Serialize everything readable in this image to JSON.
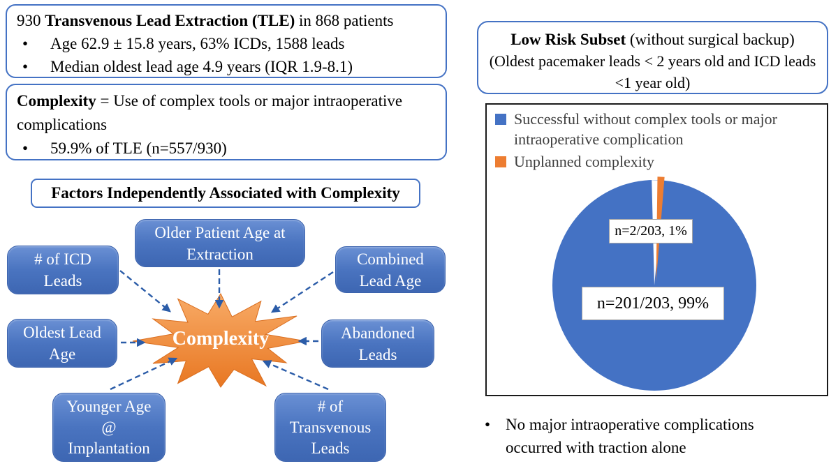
{
  "palette": {
    "callout_border_blue": "#4472C4",
    "node_blue": "#4a74c0",
    "arrow_blue": "#2b5ca8",
    "star_orange": "#ED7D31",
    "pie_blue": "#4472C4",
    "pie_orange": "#ED7D31",
    "legend_text_gray": "#3d3d3d"
  },
  "left": {
    "tle": {
      "prefix": "930 ",
      "bold": "Transvenous Lead Extraction (TLE)",
      "suffix": " in 868 patients",
      "bullets": [
        "Age 62.9 ± 15.8 years, 63% ICDs, 1588 leads",
        "Median oldest lead age 4.9 years (IQR 1.9-8.1)"
      ]
    },
    "complexity": {
      "bold": "Complexity",
      "rest": " = Use of complex tools or major intraoperative complications",
      "bullets": [
        "59.9% of TLE (n=557/930)"
      ]
    },
    "factors_heading": "Factors Independently Associated with Complexity",
    "hub_label": "Complexity",
    "factor_nodes": [
      {
        "id": "older-patient-age",
        "label": "Older Patient Age at\nExtraction"
      },
      {
        "id": "icd-leads",
        "label": "# of ICD\nLeads"
      },
      {
        "id": "combined-lead-age",
        "label": "Combined\nLead Age"
      },
      {
        "id": "oldest-lead-age",
        "label": "Oldest Lead\nAge"
      },
      {
        "id": "abandoned-leads",
        "label": "Abandoned\nLeads"
      },
      {
        "id": "younger-age-implantation",
        "label": "Younger Age\n@\nImplantation"
      },
      {
        "id": "transvenous-leads",
        "label": "# of\nTransvenous\nLeads"
      }
    ]
  },
  "right": {
    "low_risk": {
      "bold": "Low Risk Subset",
      "rest": " (without surgical backup)",
      "subtitle": "(Oldest pacemaker leads < 2 years old and ICD leads\n<1 year old)"
    },
    "note": "No major intraoperative complications occurred with traction alone"
  },
  "chart_data": {
    "type": "pie",
    "title": "Low Risk Subset (without surgical backup)",
    "legend_position": "top-left",
    "total": 203,
    "slices": [
      {
        "label": "Successful without complex tools or major intraoperative complication",
        "value": 201,
        "percent": 99,
        "color": "#4472C4",
        "data_label": "n=201/203, 99%"
      },
      {
        "label": "Unplanned complexity",
        "value": 2,
        "percent": 1,
        "color": "#ED7D31",
        "data_label": "n=2/203, 1%"
      }
    ]
  }
}
